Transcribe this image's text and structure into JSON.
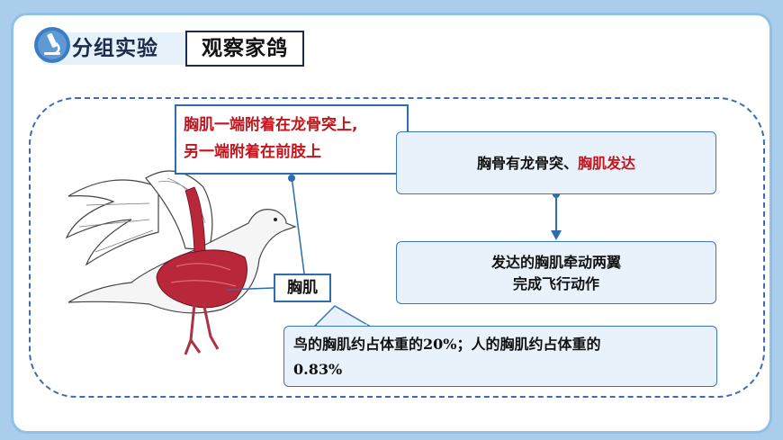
{
  "header": {
    "section_label": "分组实验",
    "title": "观察家鸽"
  },
  "callouts": {
    "muscle_attach_line1": "胸肌一端附着在龙骨突上,",
    "muscle_attach_line2": "另一端附着在前肢上",
    "breast_label": "胸肌"
  },
  "flow": {
    "box1_prefix": "胸骨有龙骨突、",
    "box1_highlight": "胸肌发达",
    "box2_line1": "发达的胸肌牵动两翼",
    "box2_line2": "完成飞行动作"
  },
  "note": {
    "part1": "鸟的胸肌约占体重的",
    "value1": "20%",
    "part2": "；人的胸肌约占体重的",
    "value2": "0.83%"
  },
  "colors": {
    "background": "#a9cdea",
    "accent_blue": "#2c6db0",
    "highlight_red": "#c0151d",
    "box_fill": "#e9f2fb"
  }
}
